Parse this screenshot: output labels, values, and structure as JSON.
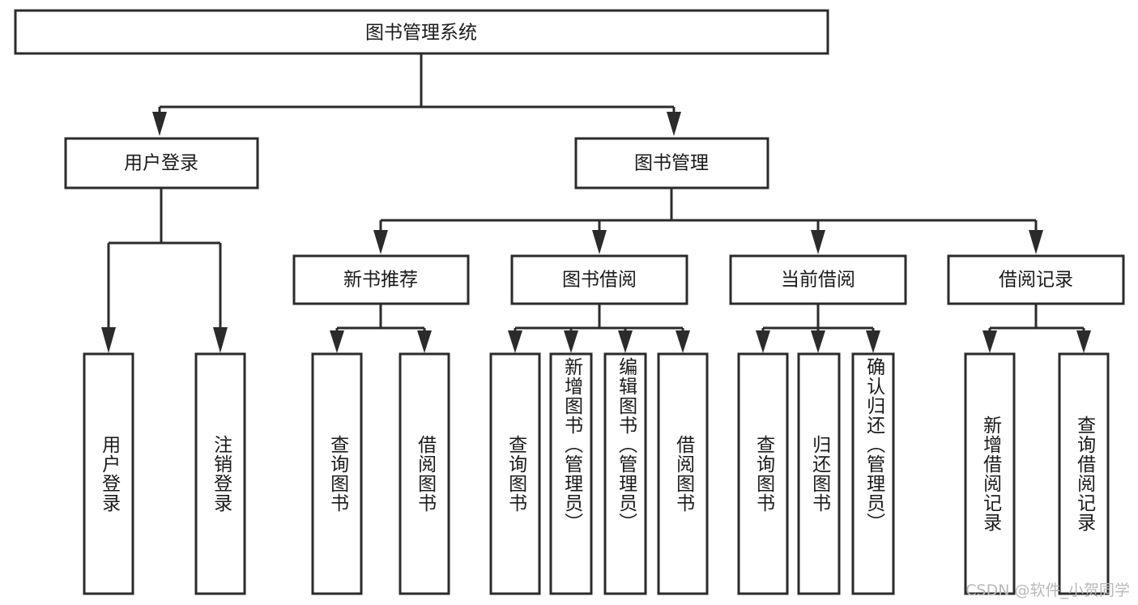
{
  "diagram": {
    "title": "图书管理系统",
    "type": "hierarchy-tree",
    "root": {
      "label": "图书管理系统",
      "name": "root-node-book-management-system"
    },
    "level2": [
      {
        "label": "用户登录",
        "name": "node-user-login"
      },
      {
        "label": "图书管理",
        "name": "node-book-management"
      }
    ],
    "level3": [
      {
        "label": "新书推荐",
        "name": "node-new-book-recommend"
      },
      {
        "label": "图书借阅",
        "name": "node-book-borrow"
      },
      {
        "label": "当前借阅",
        "name": "node-current-borrow"
      },
      {
        "label": "借阅记录",
        "name": "node-borrow-record"
      }
    ],
    "leaves": {
      "user_login": [
        {
          "label": "用户登录",
          "name": "leaf-user-login"
        },
        {
          "label": "注销登录",
          "name": "leaf-logout-login"
        }
      ],
      "new_book_recommend": [
        {
          "label": "查询图书",
          "name": "leaf-query-book-1"
        },
        {
          "label": "借阅图书",
          "name": "leaf-borrow-book-1"
        }
      ],
      "book_borrow": [
        {
          "label": "查询图书",
          "name": "leaf-query-book-2"
        },
        {
          "label": "新增图书（管理员）",
          "name": "leaf-add-book-admin"
        },
        {
          "label": "编辑图书（管理员）",
          "name": "leaf-edit-book-admin"
        },
        {
          "label": "借阅图书",
          "name": "leaf-borrow-book-2"
        }
      ],
      "current_borrow": [
        {
          "label": "查询图书",
          "name": "leaf-query-book-3"
        },
        {
          "label": "归还图书",
          "name": "leaf-return-book"
        },
        {
          "label": "确认归还（管理员）",
          "name": "leaf-confirm-return-admin"
        }
      ],
      "borrow_record": [
        {
          "label": "新增借阅记录",
          "name": "leaf-add-borrow-record"
        },
        {
          "label": "查询借阅记录",
          "name": "leaf-query-borrow-record"
        }
      ]
    },
    "watermark": "CSDN @软件_小贺同学",
    "colors": {
      "stroke": "#2b2b2b",
      "fill": "#ffffff",
      "text": "#1a1a1a",
      "watermark": "#b9b9b9"
    }
  }
}
